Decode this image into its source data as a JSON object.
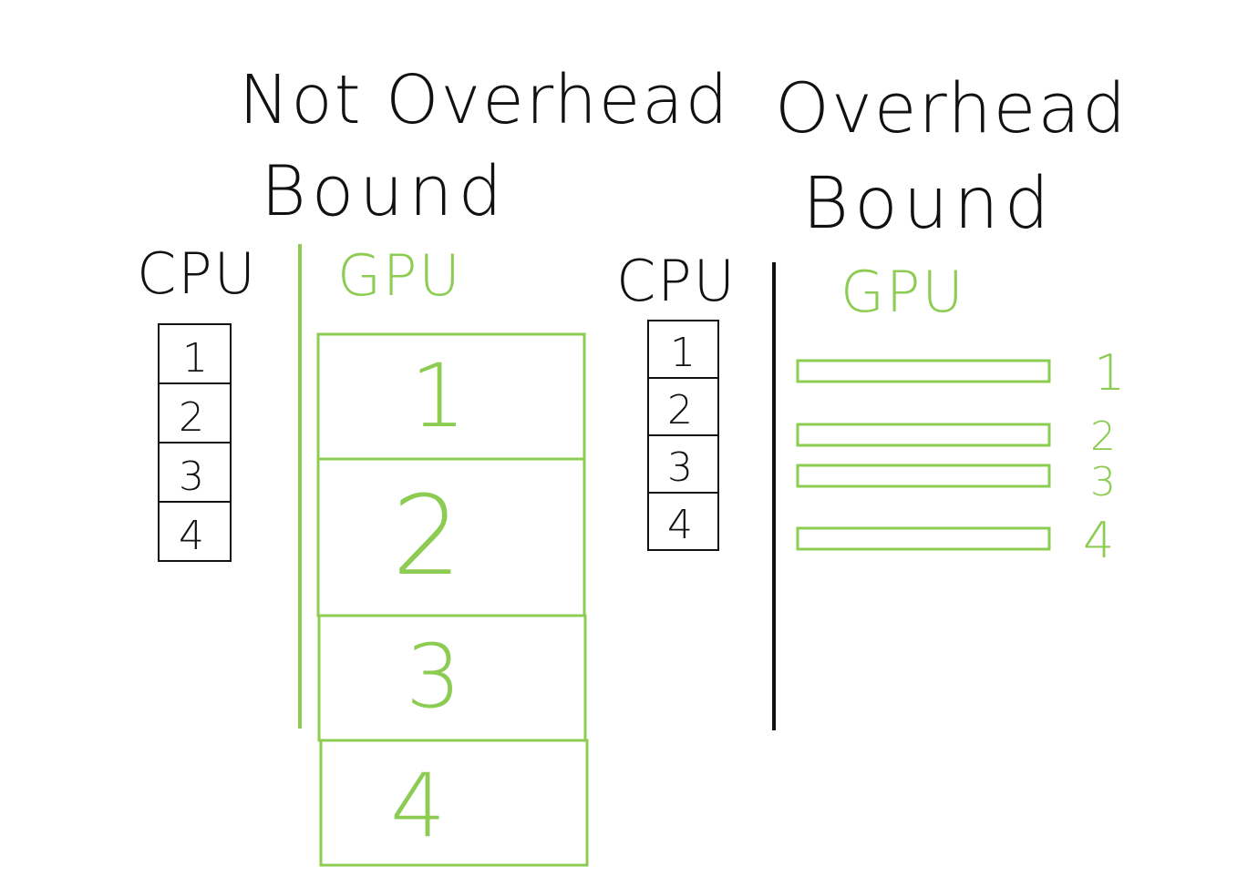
{
  "colors": {
    "ink": "#111111",
    "green": "#8ccc52",
    "background": "#ffffff"
  },
  "left_panel": {
    "title_line1": "Not Overhead",
    "title_line2": "Bound",
    "cpu_label": "CPU",
    "gpu_label": "GPU",
    "cpu_tasks": [
      "1",
      "2",
      "3",
      "4"
    ],
    "gpu_tasks": [
      "1",
      "2",
      "3",
      "4"
    ]
  },
  "right_panel": {
    "title_line1": "Overhead",
    "title_line2": "Bound",
    "cpu_label": "CPU",
    "gpu_label": "GPU",
    "cpu_tasks": [
      "1",
      "2",
      "3",
      "4"
    ],
    "gpu_tasks": [
      "1",
      "2",
      "3",
      "4"
    ]
  }
}
